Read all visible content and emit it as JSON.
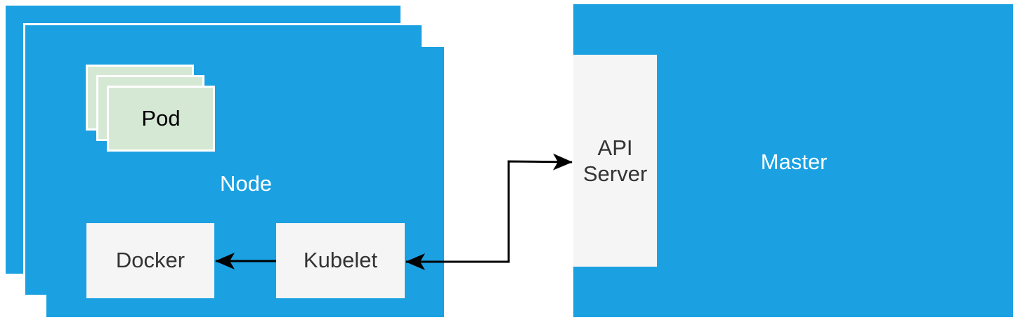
{
  "diagram": {
    "pod": {
      "label": "Pod"
    },
    "node": {
      "label": "Node"
    },
    "docker": {
      "label": "Docker"
    },
    "kubelet": {
      "label": "Kubelet"
    },
    "api_server": {
      "label": "API\nServer"
    },
    "master": {
      "label": "Master"
    }
  },
  "colors": {
    "node_fill": "#1ba1e2",
    "master_fill": "#1ba1e2",
    "pod_fill": "#d5e8d4",
    "component_fill": "#f5f5f5",
    "arrow": "#000000"
  },
  "connections": [
    {
      "from": "kubelet",
      "to": "docker",
      "style": "single-arrow"
    },
    {
      "from": "kubelet",
      "to": "api_server",
      "style": "double-arrow"
    }
  ]
}
